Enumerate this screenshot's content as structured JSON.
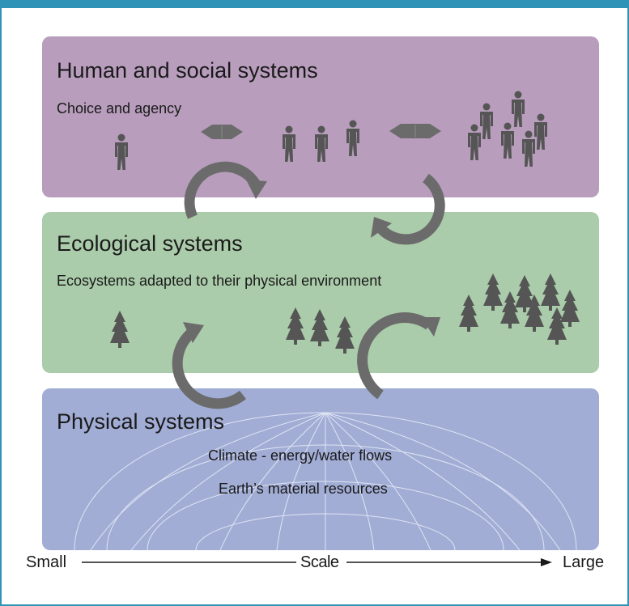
{
  "layers": {
    "human": {
      "title": "Human and social systems",
      "subtitle": "Choice and agency"
    },
    "ecological": {
      "title": "Ecological systems",
      "subtitle": "Ecosystems adapted to their physical environment"
    },
    "physical": {
      "title": "Physical systems",
      "line1": "Climate - energy/water flows",
      "line2": "Earth’s material resources"
    }
  },
  "scale": {
    "left": "Small",
    "center": "Scale",
    "right": "Large"
  },
  "icons": [
    "person-icon",
    "tree-icon",
    "double-arrow-icon",
    "cycle-arrow-icon",
    "globe-grid"
  ],
  "colors": {
    "frame": "#2f93b8",
    "human_panel": "#b89dbd",
    "ecological_panel": "#abccaa",
    "physical_panel": "#a1add5",
    "icon": "#555555",
    "cycle": "#6b6b6b"
  }
}
